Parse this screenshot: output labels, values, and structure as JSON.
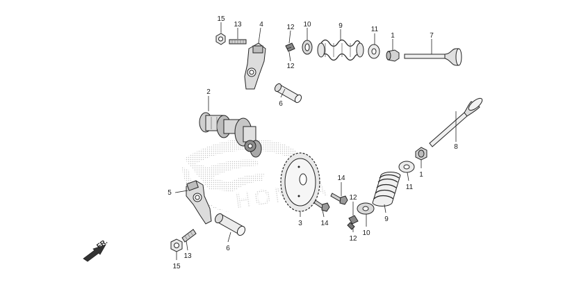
{
  "watermark": {
    "logo_text": "HONDA"
  },
  "direction_marker": {
    "label": "FR."
  },
  "callouts": [
    {
      "id": "c15a",
      "text": "15"
    },
    {
      "id": "c13a",
      "text": "13"
    },
    {
      "id": "c4",
      "text": "4"
    },
    {
      "id": "c12a",
      "text": "12"
    },
    {
      "id": "c12b",
      "text": "12"
    },
    {
      "id": "c10a",
      "text": "10"
    },
    {
      "id": "c9a",
      "text": "9"
    },
    {
      "id": "c11a",
      "text": "11"
    },
    {
      "id": "c1a",
      "text": "1"
    },
    {
      "id": "c7",
      "text": "7"
    },
    {
      "id": "c2",
      "text": "2"
    },
    {
      "id": "c6a",
      "text": "6"
    },
    {
      "id": "c8",
      "text": "8"
    },
    {
      "id": "c1b",
      "text": "1"
    },
    {
      "id": "c11b",
      "text": "11"
    },
    {
      "id": "c14a",
      "text": "14"
    },
    {
      "id": "c5",
      "text": "5"
    },
    {
      "id": "c12c",
      "text": "12"
    },
    {
      "id": "c9b",
      "text": "9"
    },
    {
      "id": "c3",
      "text": "3"
    },
    {
      "id": "c14b",
      "text": "14"
    },
    {
      "id": "c10b",
      "text": "10"
    },
    {
      "id": "c12d",
      "text": "12"
    },
    {
      "id": "c6b",
      "text": "6"
    },
    {
      "id": "c13b",
      "text": "13"
    },
    {
      "id": "c15b",
      "text": "15"
    }
  ],
  "colors": {
    "line": "#222222",
    "fill_light": "#f2f2f2",
    "fill_mid": "#d6d6d6",
    "fill_dark": "#9a9a9a",
    "watermark": "#c8c8c8"
  }
}
